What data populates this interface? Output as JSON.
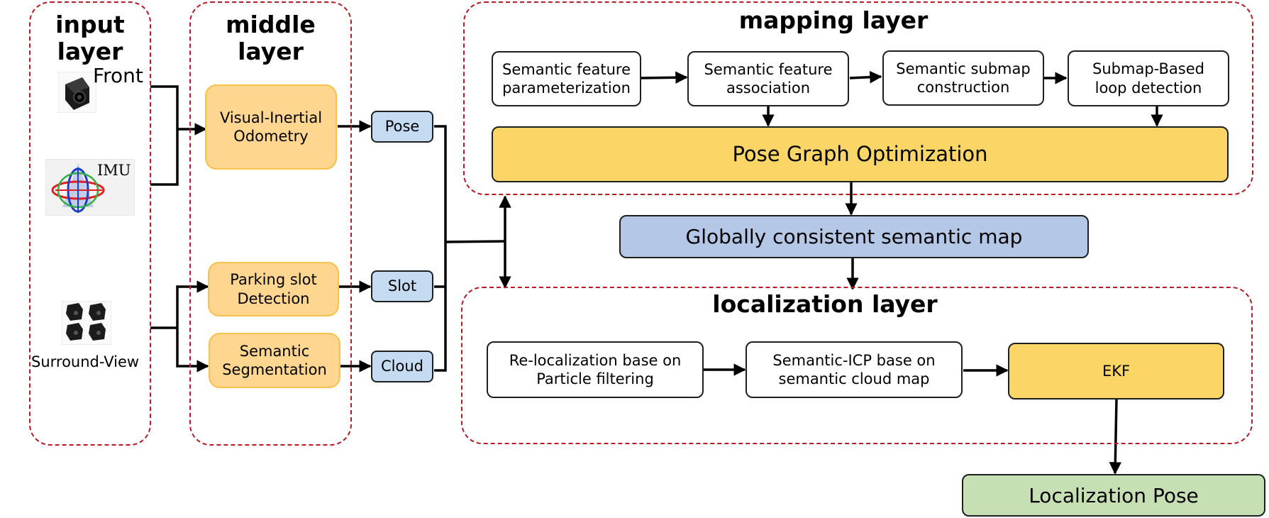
{
  "regions": {
    "input": "input\nlayer",
    "middle": "middle\nlayer",
    "mapping": "mapping layer",
    "localization": "localization layer"
  },
  "inputs": {
    "front": "Front",
    "imu": "IMU",
    "surround": "Surround-View"
  },
  "middle": {
    "vio": "Visual-Inertial\nOdometry",
    "parking": "Parking slot\nDetection",
    "segmentation": "Semantic\nSegmentation"
  },
  "outputs": {
    "pose": "Pose",
    "slot": "Slot",
    "cloud": "Cloud"
  },
  "mapping": {
    "param": "Semantic feature\nparameterization",
    "assoc": "Semantic feature\nassociation",
    "submap": "Semantic submap\nconstruction",
    "loop": "Submap-Based\nloop detection",
    "pgo": "Pose Graph Optimization"
  },
  "global_map": "Globally consistent semantic map",
  "localization": {
    "reloc": "Re-localization base on\nParticle filtering",
    "icp": "Semantic-ICP base on\nsemantic cloud map",
    "ekf": "EKF"
  },
  "result": "Localization Pose",
  "colors": {
    "region_border": "#b51c24",
    "orange_fill": "#ffd690",
    "small_blue_fill": "#c4dbf1",
    "yellow_fill": "#fbd666",
    "map_blue_fill": "#b4c7e7",
    "green_fill": "#c6e0b4"
  }
}
